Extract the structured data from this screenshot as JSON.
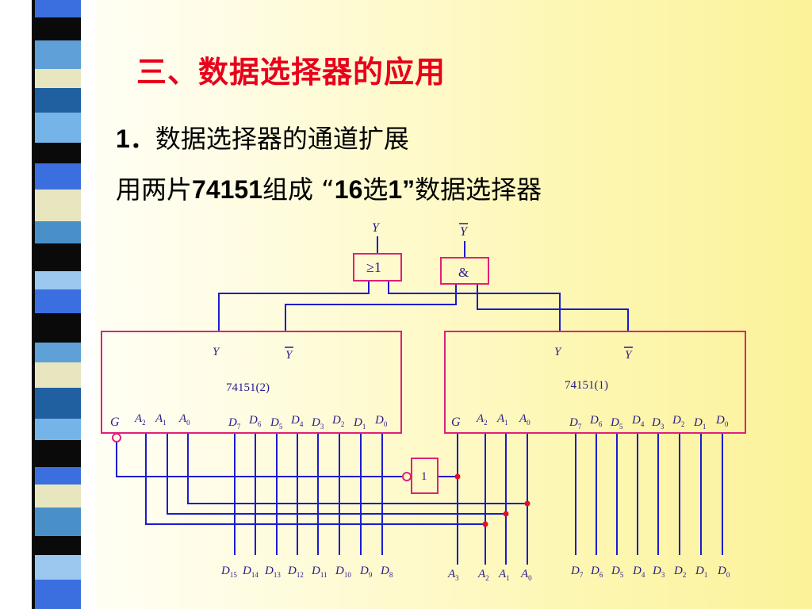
{
  "slide": {
    "title": "三、数据选择器的应用",
    "heading_num": "1．",
    "heading_text": "数据选择器的通道扩展",
    "line2_a": "用两片",
    "line2_b": "74151",
    "line2_c": "组成 “",
    "line2_d": "16",
    "line2_e": "选",
    "line2_f": "1”",
    "line2_g": "数据选择器"
  },
  "diagram": {
    "or_gate_label": "≥1",
    "and_gate_label": "&",
    "not_gate_label": "1",
    "top_output_Y": "Y",
    "top_output_Ybar": "Y",
    "chip2_name": "74151(2)",
    "chip1_name": "74151(1)",
    "chip_Y": "Y",
    "chip_Ybar": "Y",
    "enable_label": "G",
    "bottom_select": [
      {
        "letter": "A",
        "sub": "3"
      },
      {
        "letter": "A",
        "sub": "2"
      },
      {
        "letter": "A",
        "sub": "1"
      },
      {
        "letter": "A",
        "sub": "0"
      }
    ],
    "chip2_select": [
      {
        "letter": "A",
        "sub": "2"
      },
      {
        "letter": "A",
        "sub": "1"
      },
      {
        "letter": "A",
        "sub": "0"
      }
    ],
    "chip1_select": [
      {
        "letter": "A",
        "sub": "2"
      },
      {
        "letter": "A",
        "sub": "1"
      },
      {
        "letter": "A",
        "sub": "0"
      }
    ],
    "chip_data_pins": [
      {
        "letter": "D",
        "sub": "7"
      },
      {
        "letter": "D",
        "sub": "6"
      },
      {
        "letter": "D",
        "sub": "5"
      },
      {
        "letter": "D",
        "sub": "4"
      },
      {
        "letter": "D",
        "sub": "3"
      },
      {
        "letter": "D",
        "sub": "2"
      },
      {
        "letter": "D",
        "sub": "1"
      },
      {
        "letter": "D",
        "sub": "0"
      }
    ],
    "left_inputs": [
      {
        "letter": "D",
        "sub": "15"
      },
      {
        "letter": "D",
        "sub": "14"
      },
      {
        "letter": "D",
        "sub": "13"
      },
      {
        "letter": "D",
        "sub": "12"
      },
      {
        "letter": "D",
        "sub": "11"
      },
      {
        "letter": "D",
        "sub": "10"
      },
      {
        "letter": "D",
        "sub": "9"
      },
      {
        "letter": "D",
        "sub": "8"
      }
    ],
    "right_inputs": [
      {
        "letter": "D",
        "sub": "7"
      },
      {
        "letter": "D",
        "sub": "6"
      },
      {
        "letter": "D",
        "sub": "5"
      },
      {
        "letter": "D",
        "sub": "4"
      },
      {
        "letter": "D",
        "sub": "3"
      },
      {
        "letter": "D",
        "sub": "2"
      },
      {
        "letter": "D",
        "sub": "1"
      },
      {
        "letter": "D",
        "sub": "0"
      }
    ]
  },
  "colors": {
    "title": "#e8001c",
    "wire": "#1c1cd0",
    "gate_border": "#e0207a",
    "diagram_text": "#2a1a8a",
    "junction": "#e0102a"
  }
}
